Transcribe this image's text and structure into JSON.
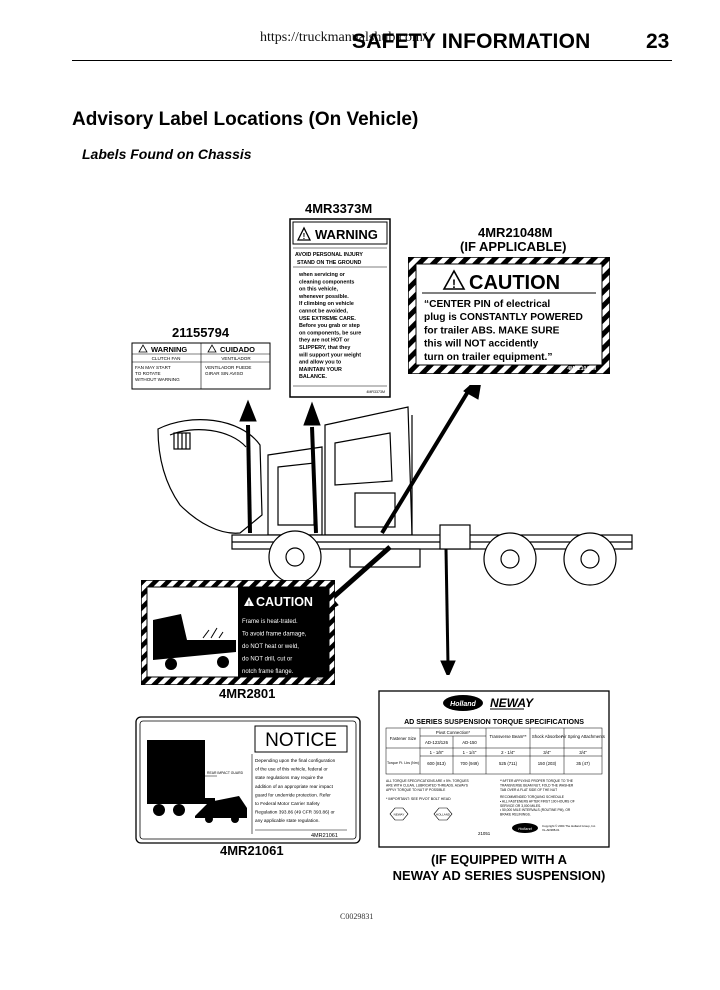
{
  "header": {
    "url": "https://truckmanualshub.com/",
    "section": "SAFETY INFORMATION",
    "page_number": "23"
  },
  "heading": "Advisory Label Locations (On Vehicle)",
  "subheading": "Labels Found on Chassis",
  "labels": {
    "warning_4mr3373m": {
      "part_number": "4MR3373M",
      "title": "WARNING",
      "line1": "AVOID PERSONAL INJURY",
      "line2": "STAND ON THE GROUND",
      "body": [
        "when servicing or",
        "cleaning components",
        "on this vehicle,",
        "whenever possible.",
        "If climbing on vehicle",
        "cannot be avoided,",
        "USE EXTREME CARE.",
        "Before you grab or step",
        "on components, be sure",
        "they are not HOT or",
        "SLIPPERY, that they",
        "will support your weight",
        "and allow you to",
        "MAINTAIN YOUR",
        "BALANCE."
      ],
      "footer": "4MR3373M"
    },
    "caution_4mr21048m": {
      "part_number": "4MR21048M",
      "applicability": "(IF APPLICABLE)",
      "title": "CAUTION",
      "body": [
        "“CENTER PIN of electrical",
        "plug is CONSTANTLY POWERED",
        "for trailer ABS. MAKE SURE",
        "this will NOT accidently",
        "turn on trailer equipment.”"
      ],
      "footer": "4MR21048M"
    },
    "fan_21155794": {
      "part_number": "21155794",
      "warning": "WARNING",
      "cuidado": "CUIDADO",
      "col1_head": "CLUTCH FAN",
      "col2_head": "VENTILADOR",
      "col1_body": [
        "FAN MAY START",
        "TO ROTATE",
        "WITHOUT WARNING"
      ],
      "col2_body": [
        "VENTILADOR PUEDE",
        "GIRAR SIN AVISO"
      ]
    },
    "frame_4mr2801": {
      "part_number": "4MR2801",
      "title": "CAUTION",
      "body": [
        "Frame is heat-trated.",
        "To avoid frame damage,",
        "do NOT heat or weld,",
        "do NOT drill, cut or",
        "notch frame flange."
      ],
      "footer": "4MR2801"
    },
    "notice_4mr21061": {
      "part_number": "4MR21061",
      "title": "NOTICE",
      "tag": "REAR IMPACT GUARD",
      "body": [
        "Depending upon the final configuration",
        "of the use of this vehicle, federal or",
        "state regulations may require the",
        "addition of an appropriate rear impact",
        "guard for underride protection. Refer",
        "to Federal Motor Carrier Safety",
        "Regulation 393.86 (49 CFR 393.86) or",
        "any applicable state regulation."
      ],
      "footer": "4MR21061"
    },
    "neway": {
      "brand1": "Holland",
      "brand2": "NEWAY",
      "title": "AD SERIES SUSPENSION TORQUE SPECIFICATIONS",
      "headers": [
        "Fastener Size",
        "Pivot Connection*",
        "Transverse Beam**",
        "Shock Absorber",
        "Air Spring Attachments"
      ],
      "subheaders": [
        "AD-123/126",
        "AD-150"
      ],
      "size_row": [
        "1 - 1/8\"",
        "1 - 1/4\"",
        "2 - 1/4\"",
        "3/4\"",
        "3/4\""
      ],
      "torque_label": "Torque Ft. Lbs (Nm)",
      "torque_row": [
        "600 (813)",
        "700 (949)",
        "525 (711)",
        "150 (203)",
        "35 (47)"
      ],
      "notes": [
        "ALL TORQUE SPECIFICATIONS ARE ± 5%. TORQUES",
        "ARE WITH CLEAN, LUBRICATED THREADS. ALWAYS",
        "APPLY TORQUE TO NUT IF POSSIBLE"
      ],
      "notes2": [
        "**AFTER APPLYING PROPER TORQUE TO THE",
        "TRANSVERSE BEAM NUT, FOLD THE WASHER",
        "TAB OVER A FLAT SIDE OF THE NUT"
      ],
      "pivot_note": "* IMPORTANT: SEE PIVOT BOLT HEAD",
      "schedule": [
        "RECOMMENDED TORQUING SCHEDULE",
        "• ALL FASTENERS AFTER FIRST 100 HOURS OF",
        "  SERVICE OR 3,000 MILES.",
        "• 50,000 MILE INTERVALS (ROUTINE PM), OR",
        "  BRAKE RELININGS."
      ],
      "copyright": [
        "Copyright © 2004 The Holland Group, Inc.",
        "XL-AD388-01"
      ],
      "footer": "21051",
      "caption": [
        "(IF EQUIPPED WITH A",
        "NEWAY AD SERIES SUSPENSION)"
      ]
    }
  },
  "figure_id": "C0029831"
}
